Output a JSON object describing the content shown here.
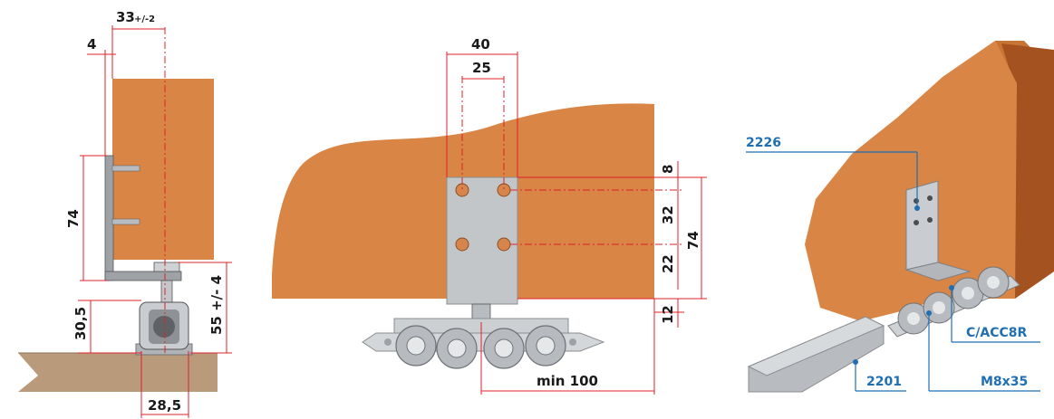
{
  "side_view": {
    "dim_top_width": "33",
    "dim_top_tol": "+/-2",
    "dim_offset": "4",
    "dim_bracket_height": "74",
    "dim_roller_height": "30,5",
    "dim_total_height": "55 +/- 4",
    "dim_track_width": "28,5"
  },
  "front_view": {
    "dim_plate_width": "40",
    "dim_hole_spacing": "25",
    "dim_top_margin": "8",
    "dim_hole_vertical": "32",
    "dim_lower": "22",
    "dim_plate_height": "74",
    "dim_bottom_gap": "12",
    "dim_min_length": "min 100"
  },
  "perspective_view": {
    "callout_bracket": "2226",
    "callout_roller": "C/ACC8R",
    "callout_track": "2201",
    "callout_bolt": "M8x35"
  },
  "colors": {
    "wood": "#d98545",
    "wood_dark": "#a4521f",
    "dimension_line": "#e0202a",
    "callout": "#1f6fb2",
    "metal": "#c9ccd0",
    "floor": "#b99a7a"
  }
}
